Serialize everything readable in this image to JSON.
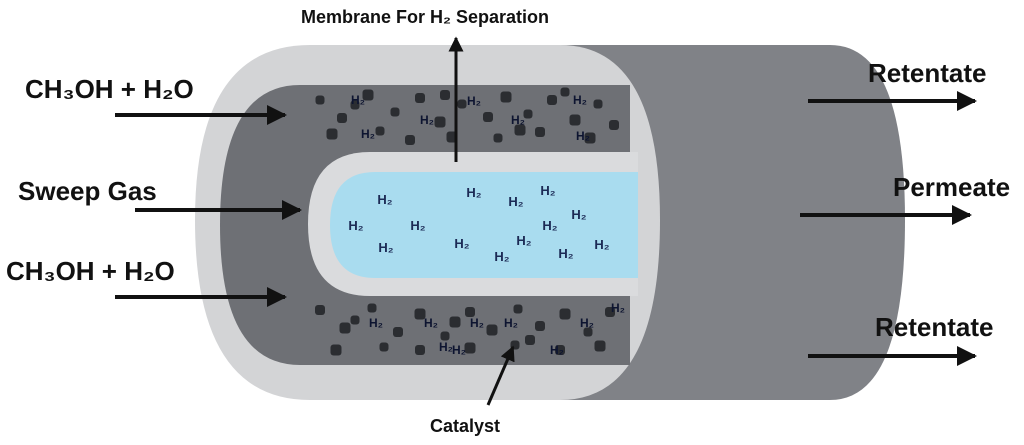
{
  "labels": {
    "membrane": "Membrane For H₂ Separation",
    "catalyst": "Catalyst",
    "inlet_top": "CH₃OH + H₂O",
    "sweep_gas": "Sweep Gas",
    "inlet_bottom": "CH₃OH + H₂O",
    "retentate_top": "Retentate",
    "permeate": "Permeate",
    "retentate_bottom": "Retentate"
  },
  "molecule_label": "H₂",
  "colors": {
    "outer_cylinder": "#808287",
    "outer_wall": "#d3d4d6",
    "reactor_zone": "#6e7075",
    "membrane_wall": "#dadbdd",
    "permeate_channel": "#a9dcef",
    "catalyst_particle": "#2b2d31",
    "arrow": "#111111"
  }
}
